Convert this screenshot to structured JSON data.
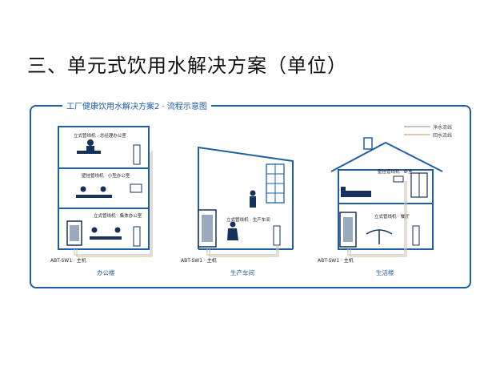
{
  "slide": {
    "title": "三、单元式饮用水解决方案（单位）",
    "panel_title": "工厂健康饮用水解决方案2 · 流程示意图"
  },
  "legend": {
    "clean_line": "净水流线",
    "return_line": "回水流线"
  },
  "buildings": [
    {
      "name": "办公楼",
      "host": "ABT-SW1 · 主机",
      "rooms": [
        "立式管线机 · 总经理办公室",
        "壁挂管线机 · 小型办公室",
        "立式管线机 · 集体办公室"
      ]
    },
    {
      "name": "生产车间",
      "host": "ABT-SW1 · 主机",
      "rooms": [
        "立式管线机 · 生产车间"
      ]
    },
    {
      "name": "生活楼",
      "host": "ABT-SW1 · 主机",
      "rooms": [
        "壁挂管线机 · 卧室",
        "立式管线机 · 餐厅"
      ]
    }
  ],
  "colors": {
    "accent": "#1e5fa8",
    "dark": "#16325c",
    "pipe": "#c8c8c8"
  }
}
